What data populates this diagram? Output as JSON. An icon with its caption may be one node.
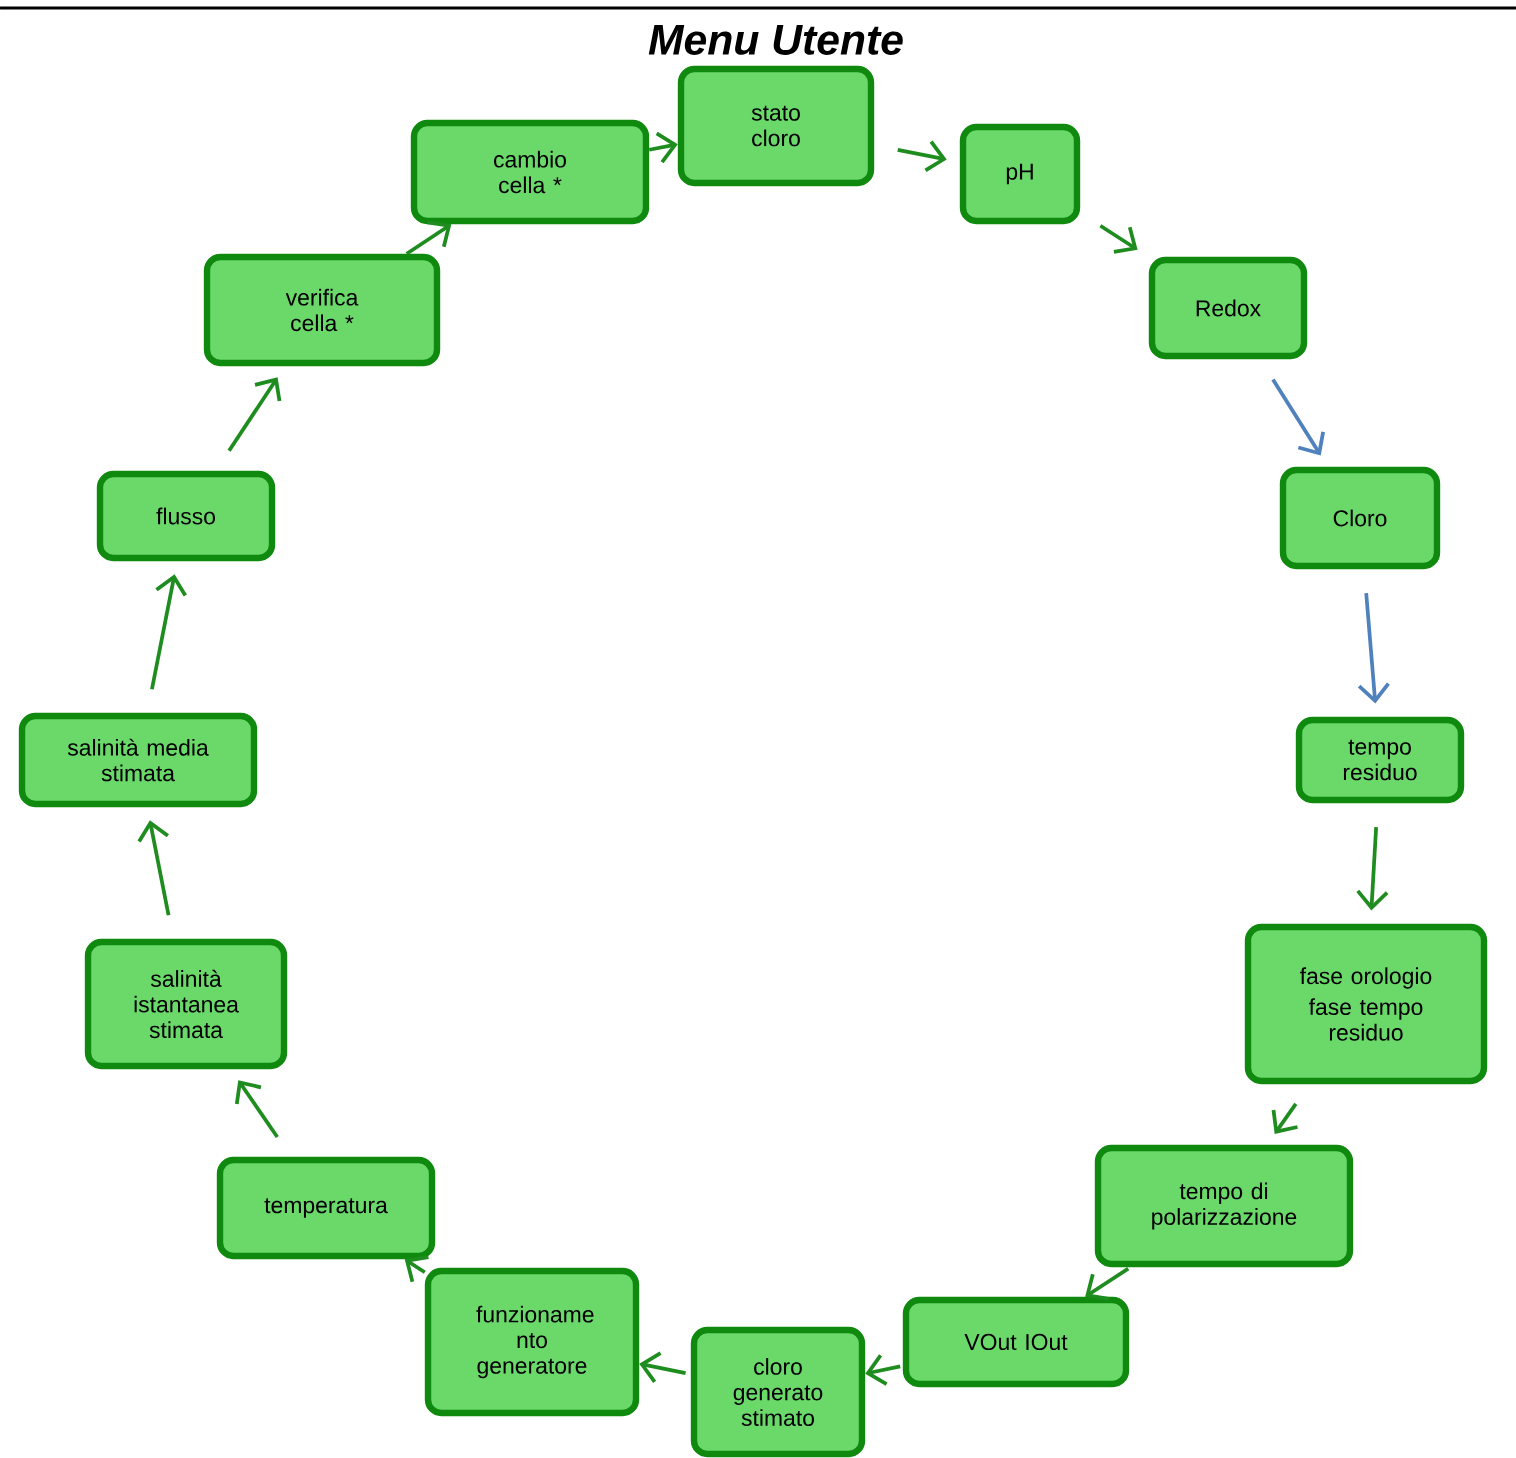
{
  "diagram": {
    "title": "Menu Utente",
    "nodes": [
      {
        "text": [
          "stato cloro"
        ]
      },
      {
        "text": [
          "pH"
        ]
      },
      {
        "text": [
          "Redox"
        ]
      },
      {
        "text": [
          "Cloro"
        ]
      },
      {
        "text": [
          "tempo residuo"
        ]
      },
      {
        "text": [
          "fase orologio",
          "fase  tempo residuo"
        ]
      },
      {
        "text": [
          "tempo di polarizzazione"
        ]
      },
      {
        "text": [
          "VOut    IOut"
        ]
      },
      {
        "text": [
          "cloro generato stimato"
        ]
      },
      {
        "text": [
          "funzioname nto generatore"
        ]
      },
      {
        "text": [
          "temperatura"
        ]
      },
      {
        "text": [
          "salinità istantanea stimata"
        ]
      },
      {
        "text": [
          "salinità media stimata"
        ]
      },
      {
        "text": [
          "flusso"
        ]
      },
      {
        "text": [
          "verifica cella *"
        ]
      },
      {
        "text": [
          "cambio cella *"
        ]
      }
    ],
    "edges": [
      {
        "from": 0,
        "to": 1,
        "arrow": "to"
      },
      {
        "from": 1,
        "to": 2,
        "arrow": "to"
      },
      {
        "from": 2,
        "to": 3,
        "arrow": "to",
        "color": "#4f81bd"
      },
      {
        "from": 3,
        "to": 4,
        "arrow": "to",
        "color": "#4f81bd"
      },
      {
        "from": 4,
        "to": 5,
        "arrow": "to"
      },
      {
        "from": 5,
        "to": 6,
        "arrow": "to"
      },
      {
        "from": 6,
        "to": 7,
        "arrow": "to"
      },
      {
        "from": 7,
        "to": 8,
        "arrow": "to"
      },
      {
        "from": 8,
        "to": 9,
        "arrow": "to"
      },
      {
        "from": 9,
        "to": 10,
        "arrow": "to"
      },
      {
        "from": 10,
        "to": 11,
        "arrow": "to"
      },
      {
        "from": 11,
        "to": 12,
        "arrow": "to"
      },
      {
        "from": 12,
        "to": 13,
        "arrow": "to"
      },
      {
        "from": 13,
        "to": 14,
        "arrow": "to"
      },
      {
        "from": 14,
        "to": 15,
        "arrow": "to"
      },
      {
        "from": 15,
        "to": 0,
        "arrow": "to"
      }
    ]
  }
}
